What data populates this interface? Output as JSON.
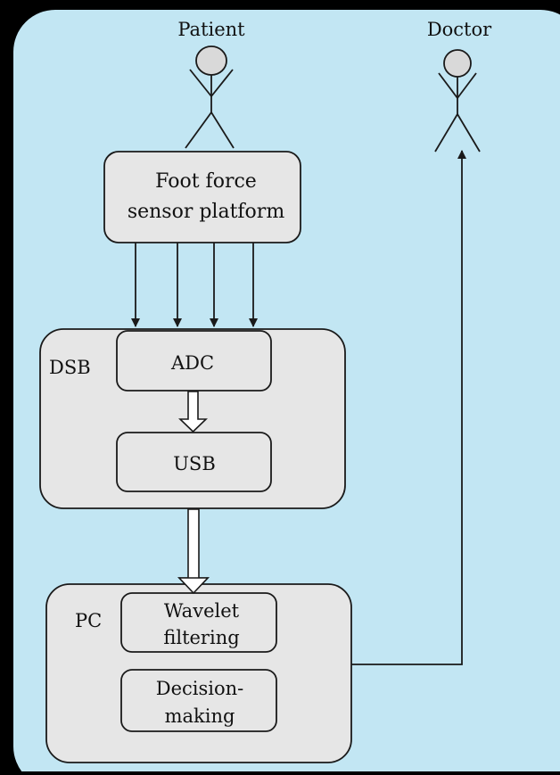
{
  "colors": {
    "background": "#c2e6f3",
    "box_fill": "#e6e6e6",
    "stroke": "#1a1a1a",
    "frame": "#000000"
  },
  "actors": {
    "patient": {
      "label": "Patient",
      "icon": "stick-figure-icon"
    },
    "doctor": {
      "label": "Doctor",
      "icon": "stick-figure-icon"
    }
  },
  "sensor_platform": {
    "line1": "Foot force",
    "line2": "sensor platform"
  },
  "dsb": {
    "label": "DSB",
    "adc_label": "ADC",
    "usb_label": "USB"
  },
  "pc": {
    "label": "PC",
    "wavelet_line1": "Wavelet",
    "wavelet_line2": "filtering",
    "decision_line1": "Decision-",
    "decision_line2": "making"
  }
}
